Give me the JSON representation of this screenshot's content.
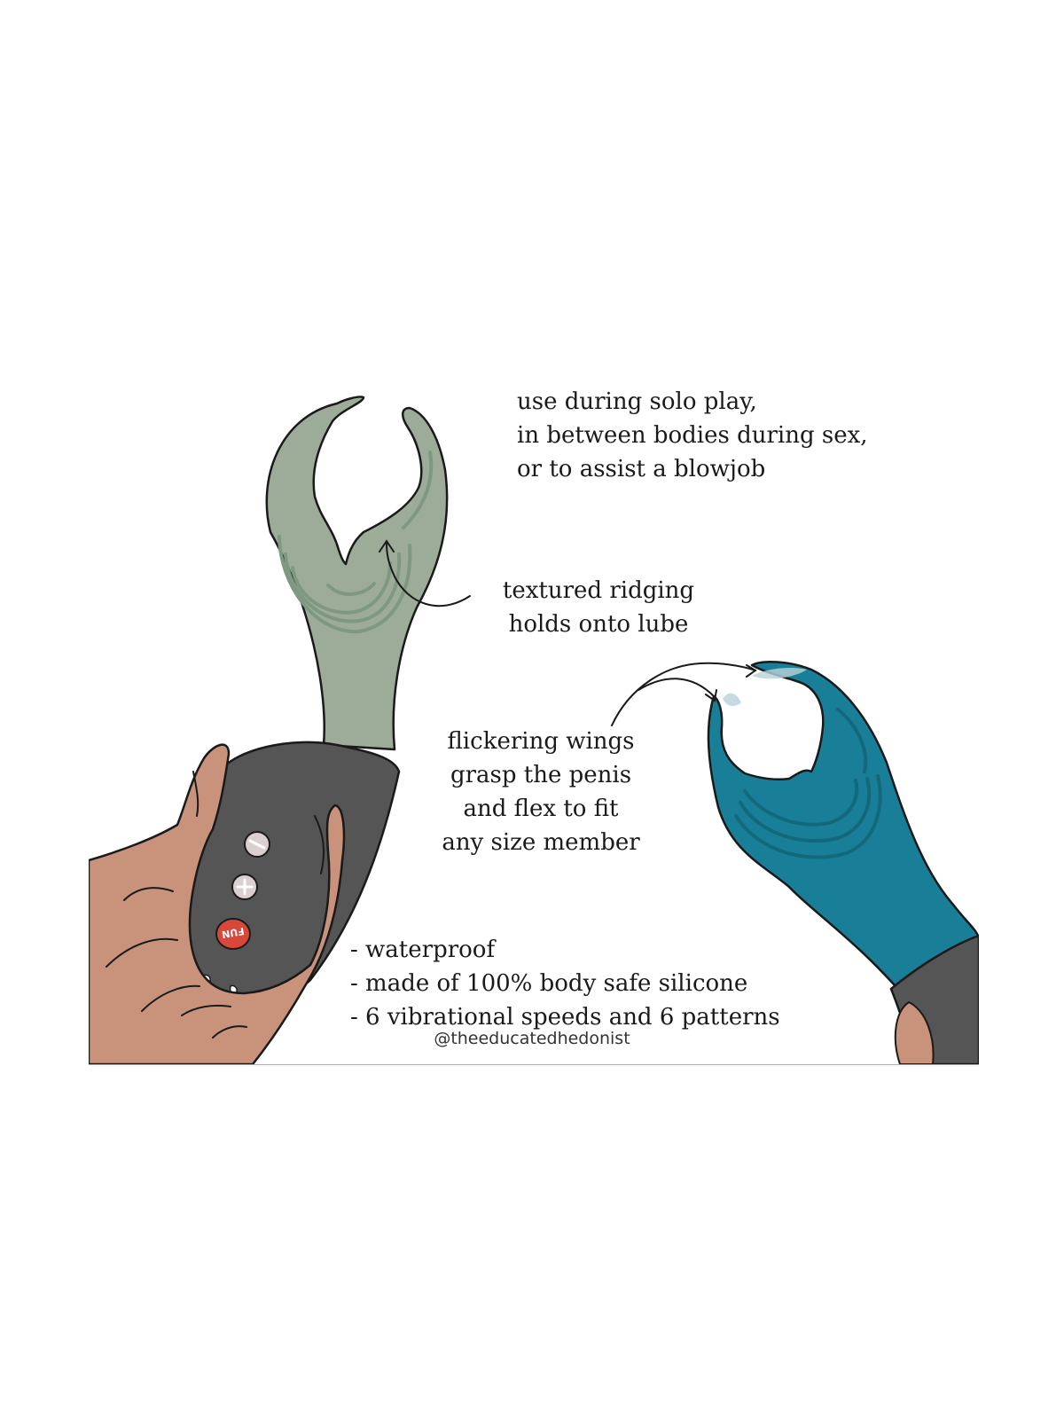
{
  "captions": {
    "usage": [
      "use during solo play,",
      "in between bodies during sex,",
      "or to assist a blowjob"
    ],
    "ridging": [
      "textured ridging",
      "holds onto lube"
    ],
    "wings": [
      "flickering wings",
      "grasp the penis",
      "and flex to fit",
      "any size member"
    ],
    "features": [
      "- waterproof",
      "- made of 100% body safe silicone",
      "- 6 vibrational speeds and 6 patterns"
    ]
  },
  "credit": "@theeducatedhedonist",
  "device": {
    "button_labels": [
      "−",
      "+",
      "FUN"
    ]
  },
  "colors": {
    "sage_silicone": "#9cac99",
    "sage_ridges": "#7f9882",
    "teal_silicone": "#197f98",
    "teal_ridges": "#13687c",
    "handle_gray": "#555555",
    "skin": "#c8937a",
    "button_pink": "#dccfd0",
    "fun_button_red": "#d9473b",
    "outline": "#1a1a1a",
    "lube_blue": "#b9d3da"
  },
  "icons": [
    "minus-icon",
    "plus-icon",
    "curved-arrow-icon"
  ]
}
